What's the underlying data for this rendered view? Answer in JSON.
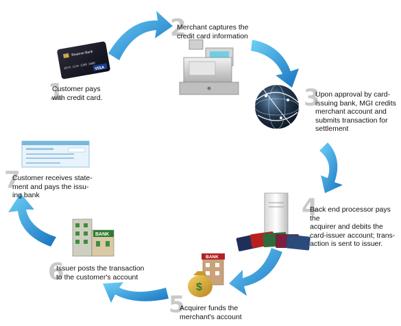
{
  "steps": [
    {
      "number": "1",
      "text": "Customer pays\nwith credit card.",
      "icon": "credit-card-icon"
    },
    {
      "number": "2",
      "text": "Merchant captures the\ncredit card information",
      "icon": "cash-register-icon"
    },
    {
      "number": "3",
      "text": "Upon approval by card-\nissuing bank, MGI credits\nmerchant account  and\nsubmits transaction  for\nsettlement",
      "icon": "globe-network-icon"
    },
    {
      "number": "4",
      "text": "Back end processor pays the\nacquirer and debits the\ncard-issuer account;  trans-\naction is sent to issuer.",
      "icon": "server-cards-icon"
    },
    {
      "number": "5",
      "text": "Acquirer funds the\nmerchant's account",
      "icon": "bank-money-bag-icon"
    },
    {
      "number": "6",
      "text": "Issuer posts the transaction\nto the customer's account",
      "icon": "bank-building-icon"
    },
    {
      "number": "7",
      "text": "Customer receives state-\nment and pays the issu-\ning bank",
      "icon": "check-statement-icon"
    }
  ],
  "card": {
    "bank_name": "Reserve Bank",
    "number": "0374  1234  2208  2608",
    "brand": "VISA"
  },
  "bank_label": "BANK",
  "colors": {
    "arrow_dark": "#1e7fc9",
    "arrow_light": "#5ec2f2",
    "number_gray": "#c9c9c9"
  }
}
